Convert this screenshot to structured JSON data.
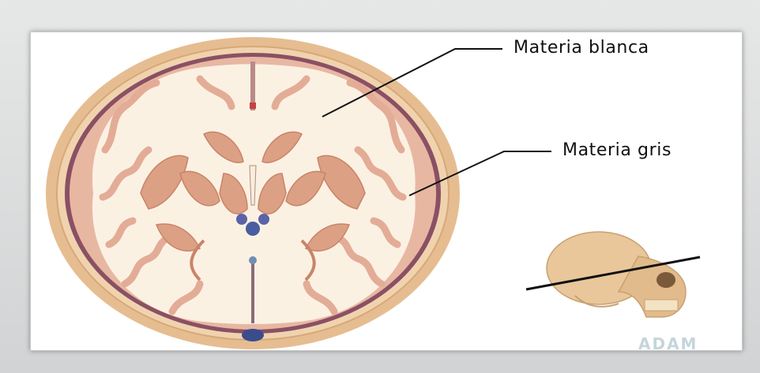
{
  "labels": {
    "white_matter": "Materia blanca",
    "gray_matter": "Materia gris"
  },
  "watermark": "ADAM",
  "colors": {
    "background": "#d9dada",
    "panel": "#ffffff",
    "cortex": "#e8b7a2",
    "white_matter": "#fbf1e3",
    "skull": "#e9c79a",
    "scalp": "#e3b98c",
    "nuclei": "#d99d83"
  }
}
